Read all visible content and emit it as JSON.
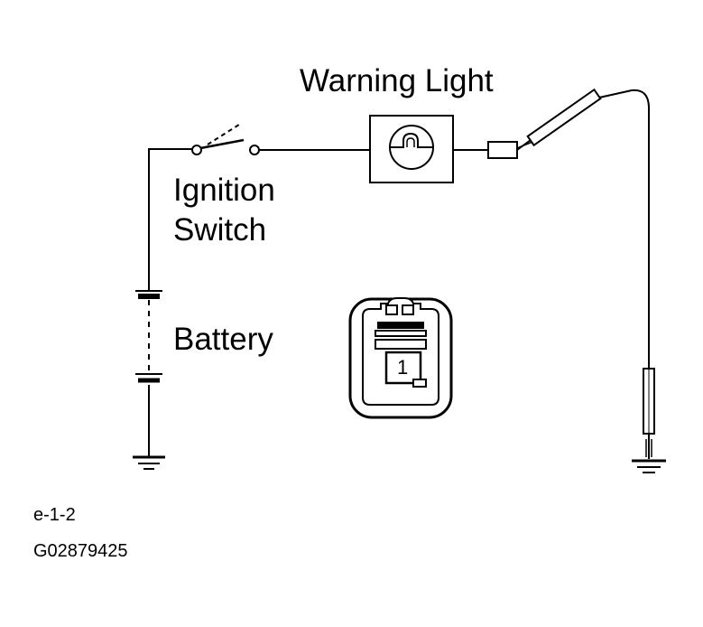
{
  "labels": {
    "warning_light": "Warning Light",
    "ignition_line1": "Ignition",
    "ignition_line2": "Switch",
    "battery": "Battery",
    "connector_pin": "1",
    "figure_code": "e-1-2",
    "figure_id": "G02879425"
  },
  "colors": {
    "ink": "#000000",
    "paper": "#ffffff"
  },
  "icons": [
    "switch-open-icon",
    "lamp-icon",
    "battery-icon",
    "ground-icon",
    "connector-icon",
    "test-probe-icon"
  ]
}
